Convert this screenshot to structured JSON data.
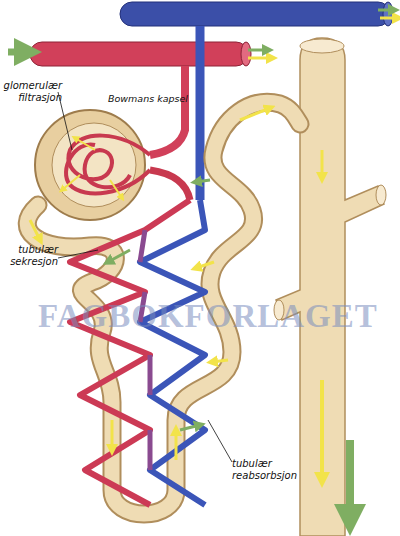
{
  "diagram": {
    "labels": [
      "glomerulær filtrasjon",
      "Bowmans kapsel",
      "tubulær sekresjon",
      "tubulær reabsorbsjon",
      "FAGBOKFORLAGET"
    ]
  }
}
